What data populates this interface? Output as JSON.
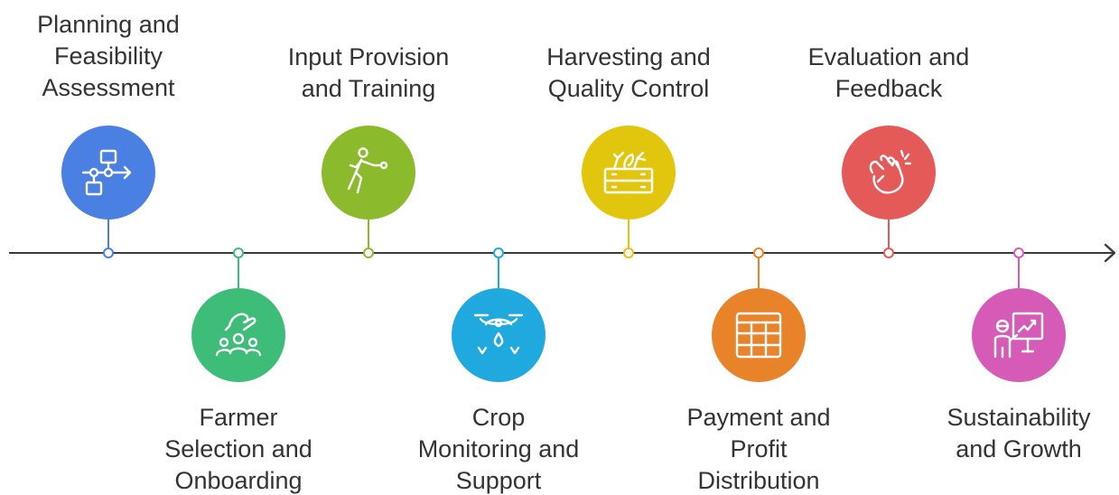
{
  "colors": {
    "axis": "#3a3a3a",
    "text": "#333333"
  },
  "steps": [
    {
      "id": "planning",
      "lines": [
        "Planning and",
        "Feasibility",
        "Assessment"
      ],
      "color": "#4a80e2",
      "icon": "flowchart-icon"
    },
    {
      "id": "farmer-selection",
      "lines": [
        "Farmer",
        "Selection and",
        "Onboarding"
      ],
      "color": "#3dbd78",
      "icon": "group-hand-icon"
    },
    {
      "id": "input-provision",
      "lines": [
        "Input Provision",
        "and Training"
      ],
      "color": "#8bbb2d",
      "icon": "training-figure-icon"
    },
    {
      "id": "crop-monitoring",
      "lines": [
        "Crop",
        "Monitoring and",
        "Support"
      ],
      "color": "#1fa9de",
      "icon": "drone-water-icon"
    },
    {
      "id": "harvesting",
      "lines": [
        "Harvesting and",
        "Quality Control"
      ],
      "color": "#e2c60d",
      "icon": "harvest-crate-icon"
    },
    {
      "id": "payment",
      "lines": [
        "Payment and",
        "Profit",
        "Distribution"
      ],
      "color": "#e8832a",
      "icon": "table-grid-icon"
    },
    {
      "id": "evaluation",
      "lines": [
        "Evaluation and",
        "Feedback"
      ],
      "color": "#e35a58",
      "icon": "clapping-hands-icon"
    },
    {
      "id": "sustainability",
      "lines": [
        "Sustainability",
        "and Growth"
      ],
      "color": "#d65bb6",
      "icon": "presentation-growth-icon"
    }
  ]
}
